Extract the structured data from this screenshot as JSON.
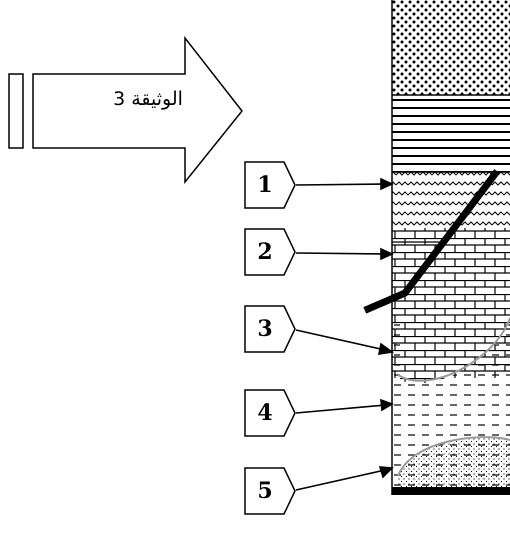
{
  "document_label": "الوثيقة 3",
  "layer_numbers": [
    "1",
    "2",
    "3",
    "4",
    "5"
  ],
  "colors": {
    "stroke": "#000000",
    "background": "#ffffff",
    "fold_curve": "#9a9a9a"
  }
}
